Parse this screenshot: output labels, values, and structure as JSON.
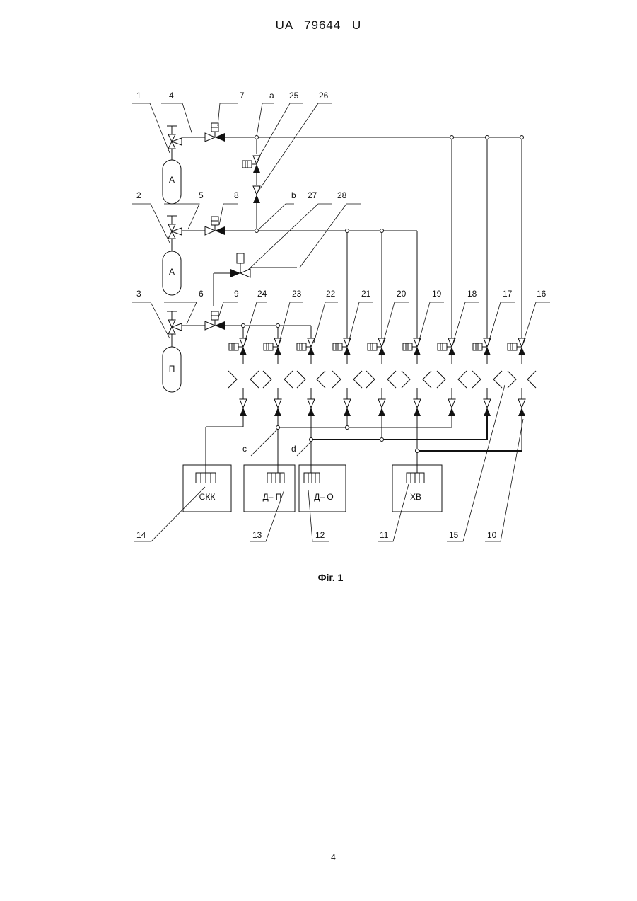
{
  "header": {
    "document_code": "UA   79644   U"
  },
  "figure": {
    "caption": "Фіг. 1",
    "tanks": [
      {
        "id": "tank-1",
        "letter": "А"
      },
      {
        "id": "tank-2",
        "letter": "А"
      },
      {
        "id": "tank-3",
        "letter": "П"
      }
    ],
    "consumers": [
      {
        "id": "box-skk",
        "label": "СКК"
      },
      {
        "id": "box-dp",
        "label": "Д– П"
      },
      {
        "id": "box-do",
        "label": "Д– О"
      },
      {
        "id": "box-khv",
        "label": "ХВ"
      }
    ],
    "callouts": [
      "1",
      "2",
      "3",
      "4",
      "5",
      "6",
      "7",
      "8",
      "9",
      "a",
      "b",
      "25",
      "26",
      "27",
      "28",
      "24",
      "23",
      "22",
      "21",
      "20",
      "19",
      "18",
      "17",
      "16",
      "c",
      "d",
      "14",
      "13",
      "12",
      "11",
      "15",
      "10"
    ]
  },
  "footer": {
    "page_number": "4"
  }
}
